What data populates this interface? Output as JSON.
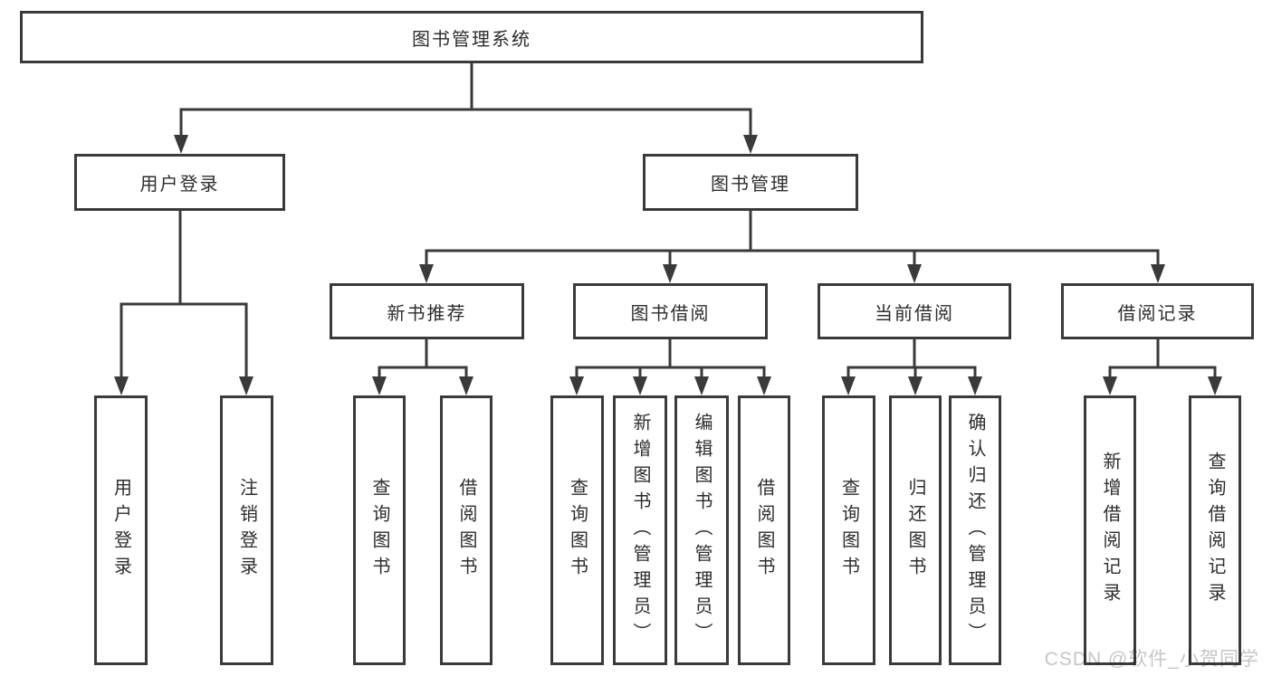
{
  "tree": {
    "root": {
      "label": "图书管理系统",
      "children": [
        {
          "label": "用户登录",
          "children": [
            {
              "label": "用户登录"
            },
            {
              "label": "注销登录"
            }
          ]
        },
        {
          "label": "图书管理",
          "children": [
            {
              "label": "新书推荐",
              "children": [
                {
                  "label": "查询图书"
                },
                {
                  "label": "借阅图书"
                }
              ]
            },
            {
              "label": "图书借阅",
              "children": [
                {
                  "label": "查询图书"
                },
                {
                  "label": "新增图书（管理员）"
                },
                {
                  "label": "编辑图书（管理员）"
                },
                {
                  "label": "借阅图书"
                }
              ]
            },
            {
              "label": "当前借阅",
              "children": [
                {
                  "label": "查询图书"
                },
                {
                  "label": "归还图书"
                },
                {
                  "label": "确认归还（管理员）"
                }
              ]
            },
            {
              "label": "借阅记录",
              "children": [
                {
                  "label": "新增借阅记录"
                },
                {
                  "label": "查询借阅记录"
                }
              ]
            }
          ]
        }
      ]
    }
  },
  "watermark": {
    "text": "CSDN @软件_小贺同学"
  },
  "colors": {
    "line": "#3a3a3a",
    "text": "#2d2d2d",
    "watermark": "#c6c6c6",
    "background": "#ffffff"
  }
}
